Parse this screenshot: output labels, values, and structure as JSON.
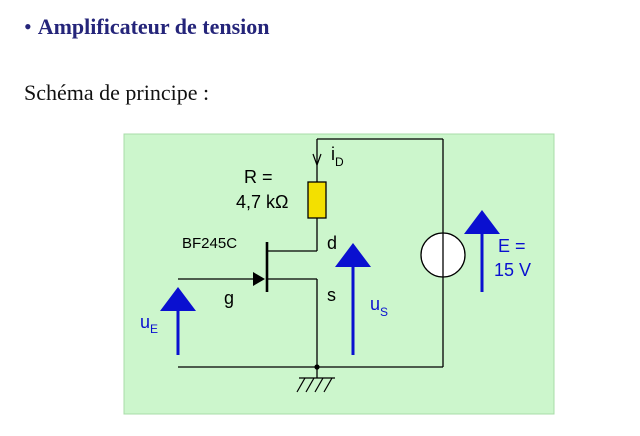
{
  "section": {
    "bullet": "•",
    "title": "Amplificateur de tension"
  },
  "subtitle": "Schéma de principe :",
  "colors": {
    "heading": "#25257a",
    "background_panel": "#ccf6cc",
    "wire": "#000000",
    "resistor": "#f3e000",
    "arrow": "#0a10d0",
    "label_blue": "#0a10d0"
  },
  "circuit": {
    "resistor": {
      "name": "R =",
      "value": "4,7 kΩ"
    },
    "current": {
      "symbol": "i",
      "subscript": "D"
    },
    "transistor": {
      "model": "BF245C",
      "drain": "d",
      "gate": "g",
      "source": "s"
    },
    "input_voltage": {
      "symbol": "u",
      "subscript": "E"
    },
    "output_voltage": {
      "symbol": "u",
      "subscript": "S"
    },
    "supply": {
      "name": "E =",
      "value": "15 V",
      "icon": "voltage-source-icon"
    },
    "ground_icon": "ground-icon"
  }
}
